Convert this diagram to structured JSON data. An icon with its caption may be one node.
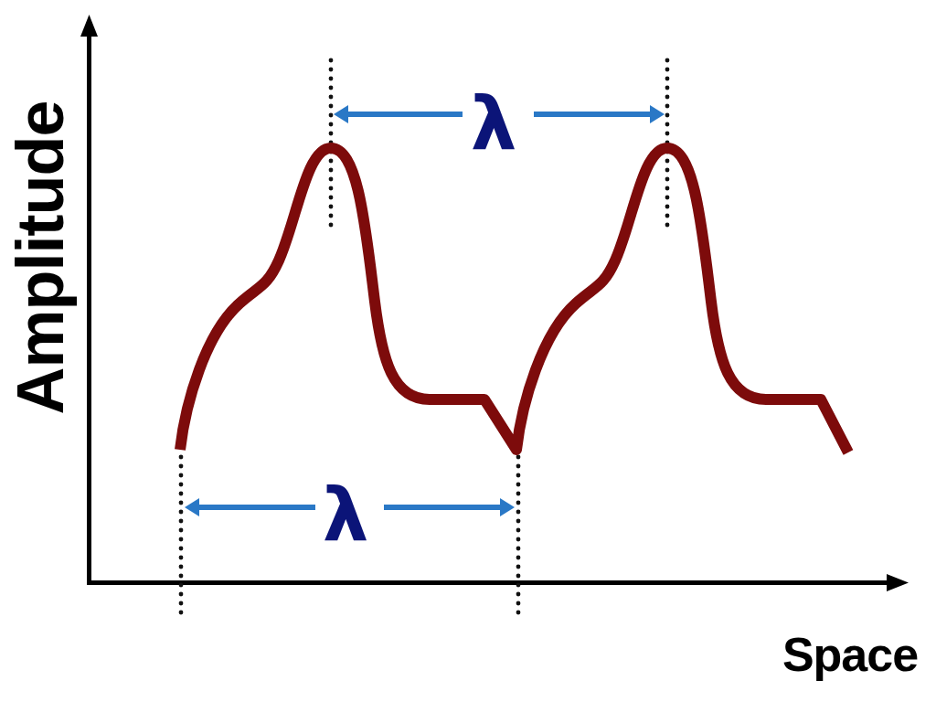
{
  "diagram": {
    "labels": [
      "λ",
      "Amplitude",
      "λ",
      "Space"
    ]
  }
}
